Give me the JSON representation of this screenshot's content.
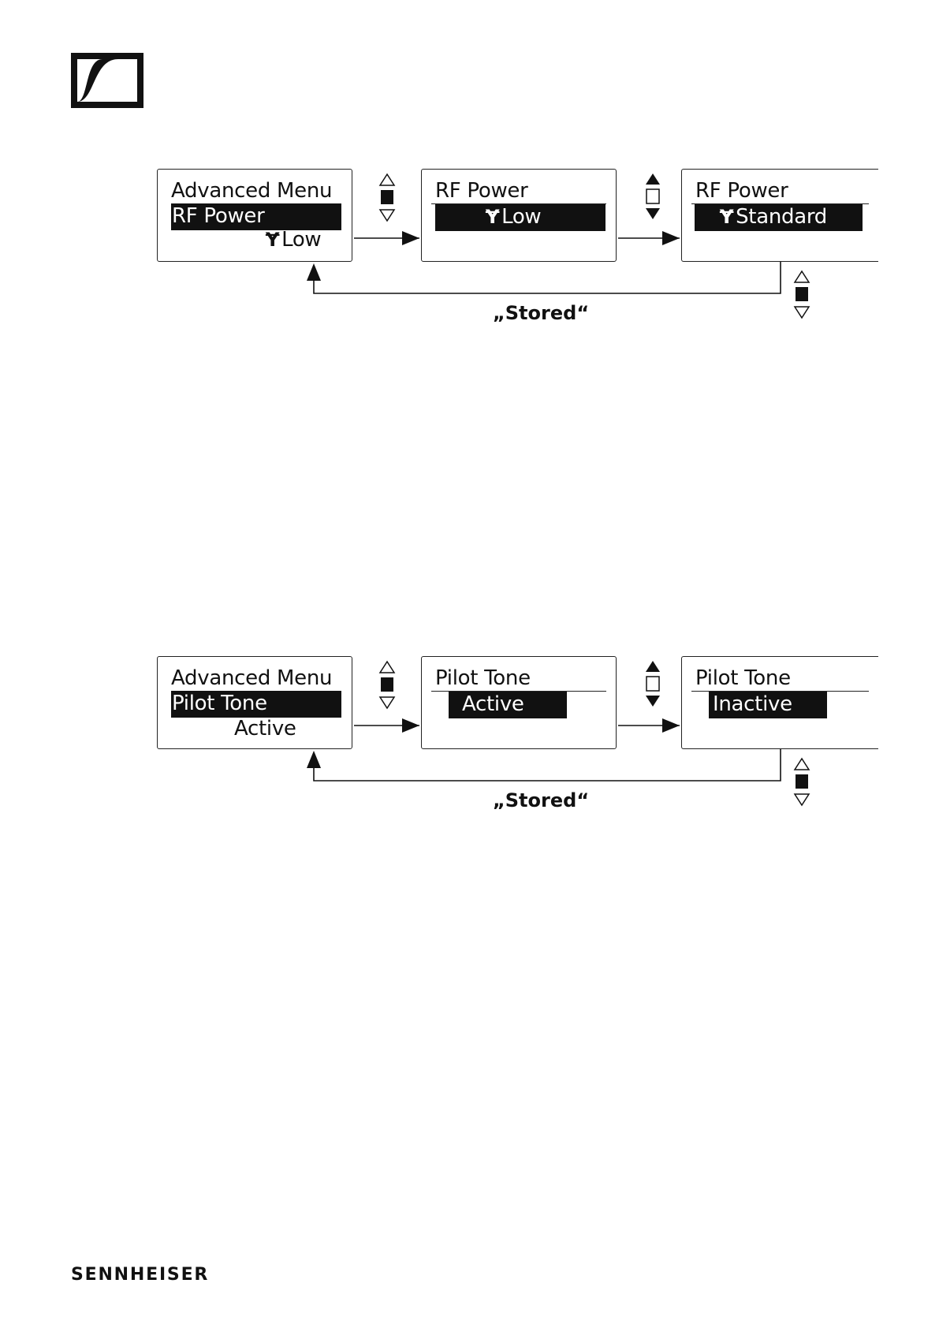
{
  "brand": {
    "name": "SENNHEISER"
  },
  "icons": {
    "logo": "sennheiser-logo-icon",
    "antenna": "antenna-icon"
  },
  "diagrams": [
    {
      "box1": {
        "title": "Advanced Menu",
        "highlight": "RF Power",
        "value": "Low",
        "value_icon": "Ɏ"
      },
      "box2": {
        "title": "RF Power",
        "highlight": "Low",
        "highlight_icon": "Ɏ"
      },
      "box3": {
        "title": "RF Power",
        "highlight": "Standard",
        "highlight_icon": "Ɏ"
      },
      "return_label": "„Stored“"
    },
    {
      "box1": {
        "title": "Advanced Menu",
        "highlight": "Pilot Tone",
        "value": "Active"
      },
      "box2": {
        "title": "Pilot Tone",
        "highlight": "Active"
      },
      "box3": {
        "title": "Pilot Tone",
        "highlight": "Inactive"
      },
      "return_label": "„Stored“"
    }
  ]
}
